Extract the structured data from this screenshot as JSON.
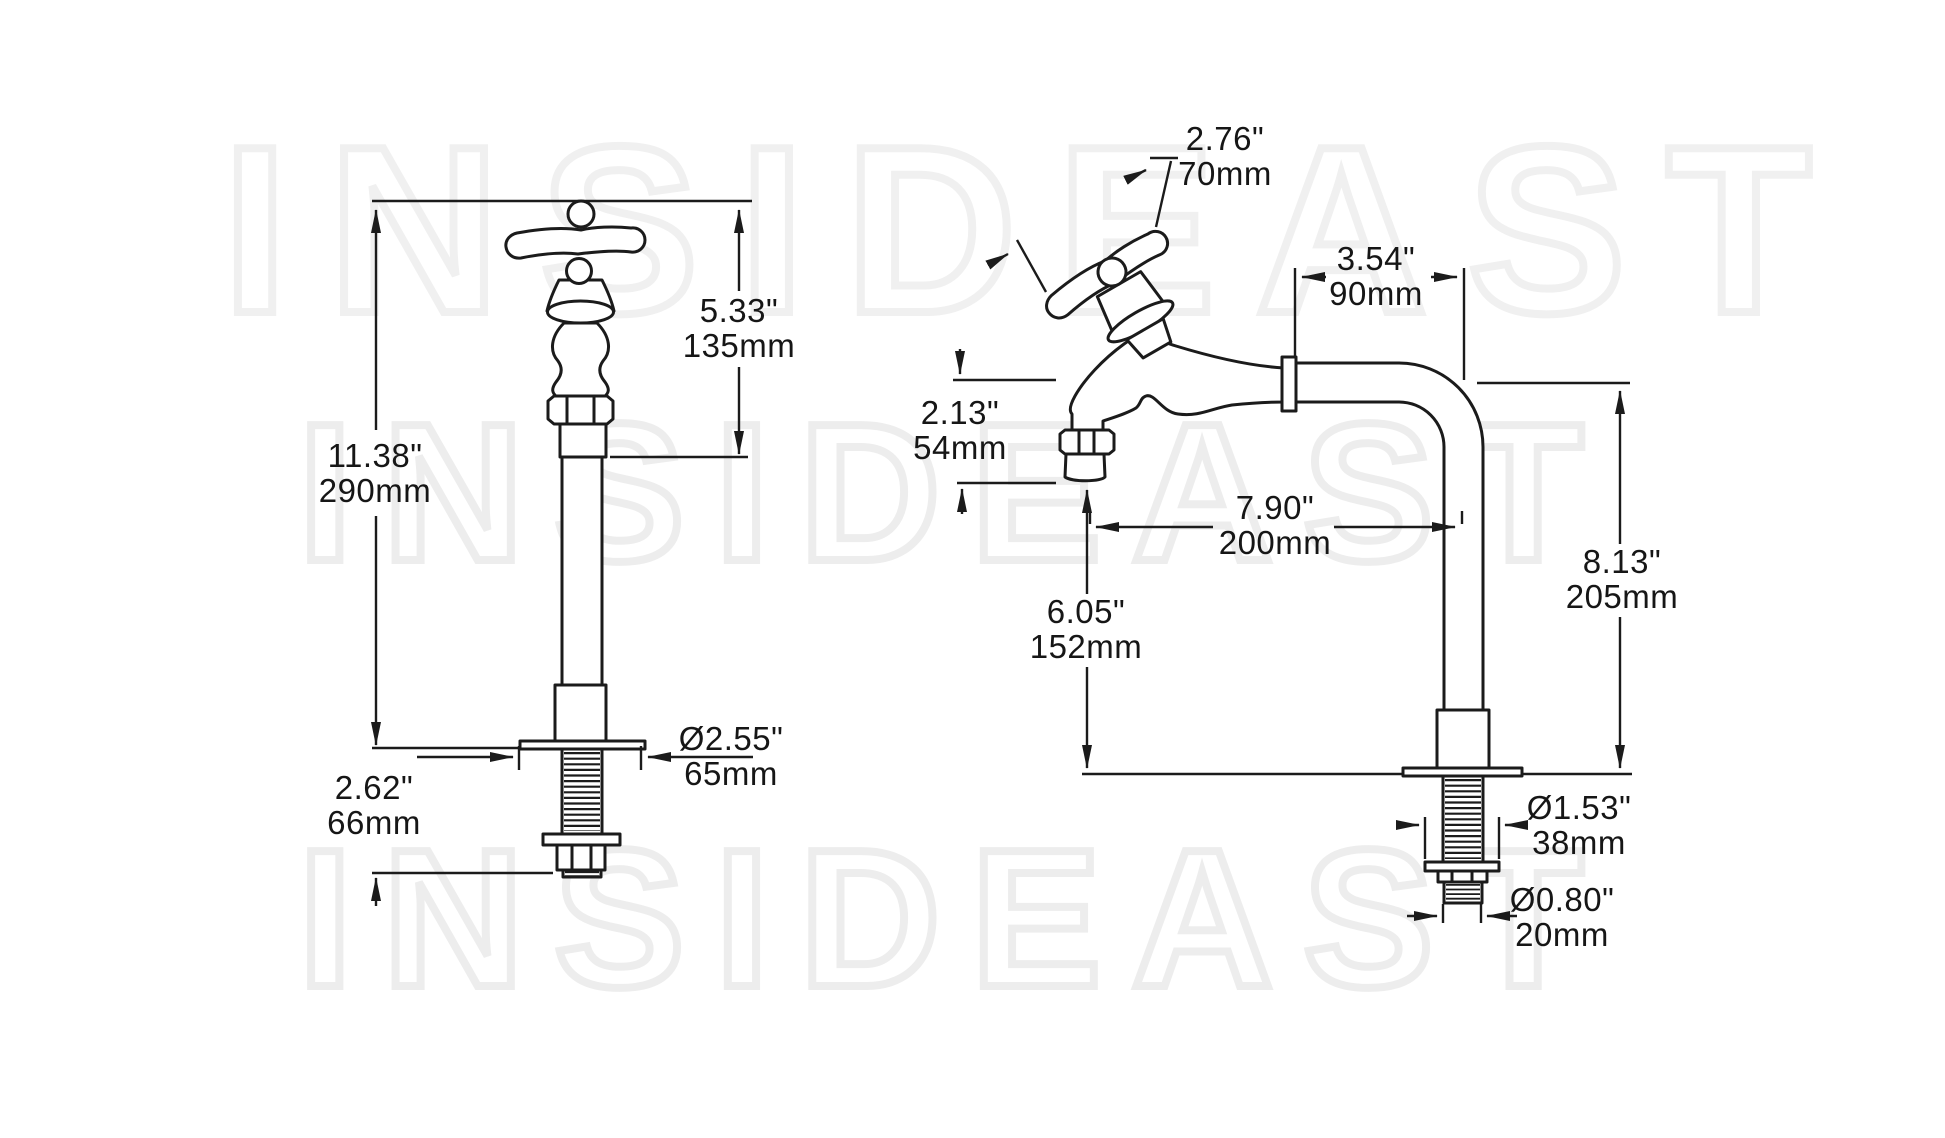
{
  "watermark": {
    "text": "INSIDEAST"
  },
  "dimensions": {
    "overall_height": {
      "inches": "11.38\"",
      "metric": "290mm"
    },
    "upper_section_height": {
      "inches": "5.33\"",
      "metric": "135mm"
    },
    "shank_length": {
      "inches": "2.62\"",
      "metric": "66mm"
    },
    "base_flange_diameter": {
      "inches": "Ø2.55\"",
      "metric": "65mm"
    },
    "handle_width": {
      "inches": "2.76\"",
      "metric": "70mm"
    },
    "spout_top_offset": {
      "inches": "3.54\"",
      "metric": "90mm"
    },
    "outlet_drop": {
      "inches": "2.13\"",
      "metric": "54mm"
    },
    "spout_reach": {
      "inches": "7.90\"",
      "metric": "200mm"
    },
    "outlet_height": {
      "inches": "6.05\"",
      "metric": "152mm"
    },
    "riser_height": {
      "inches": "8.13\"",
      "metric": "205mm"
    },
    "shank_flange_diameter": {
      "inches": "Ø1.53\"",
      "metric": "38mm"
    },
    "thread_diameter": {
      "inches": "Ø0.80\"",
      "metric": "20mm"
    }
  },
  "colors": {
    "line": "#1b1b1b",
    "background": "#ffffff",
    "watermark": "#ededed"
  }
}
